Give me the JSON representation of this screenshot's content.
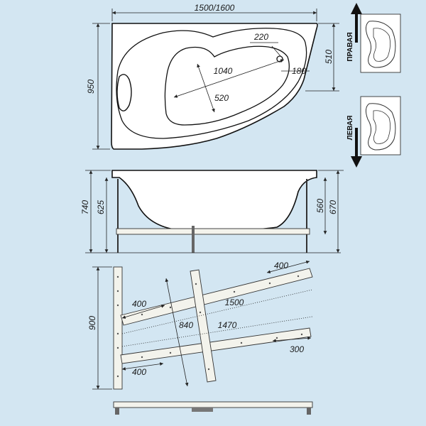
{
  "top_view": {
    "width": "1500/1600",
    "depth": "950",
    "right_depth": "510",
    "drain_offset_x": "220",
    "drain_offset_y": "180",
    "inner_length": "1040",
    "inner_width": "520"
  },
  "side_view": {
    "total_height_left": "740",
    "tub_height_left": "625",
    "tub_height_right": "560",
    "total_height_right": "670"
  },
  "frame_view": {
    "upper_offset": "400",
    "beam_upper": "1500",
    "left_offset": "400",
    "cross": "840",
    "beam_lower": "1470",
    "bottom_offset": "400",
    "right_offset": "300",
    "frame_height": "900"
  },
  "variants": {
    "right": "ПРАВАЯ",
    "left": "ЛЕВАЯ"
  }
}
